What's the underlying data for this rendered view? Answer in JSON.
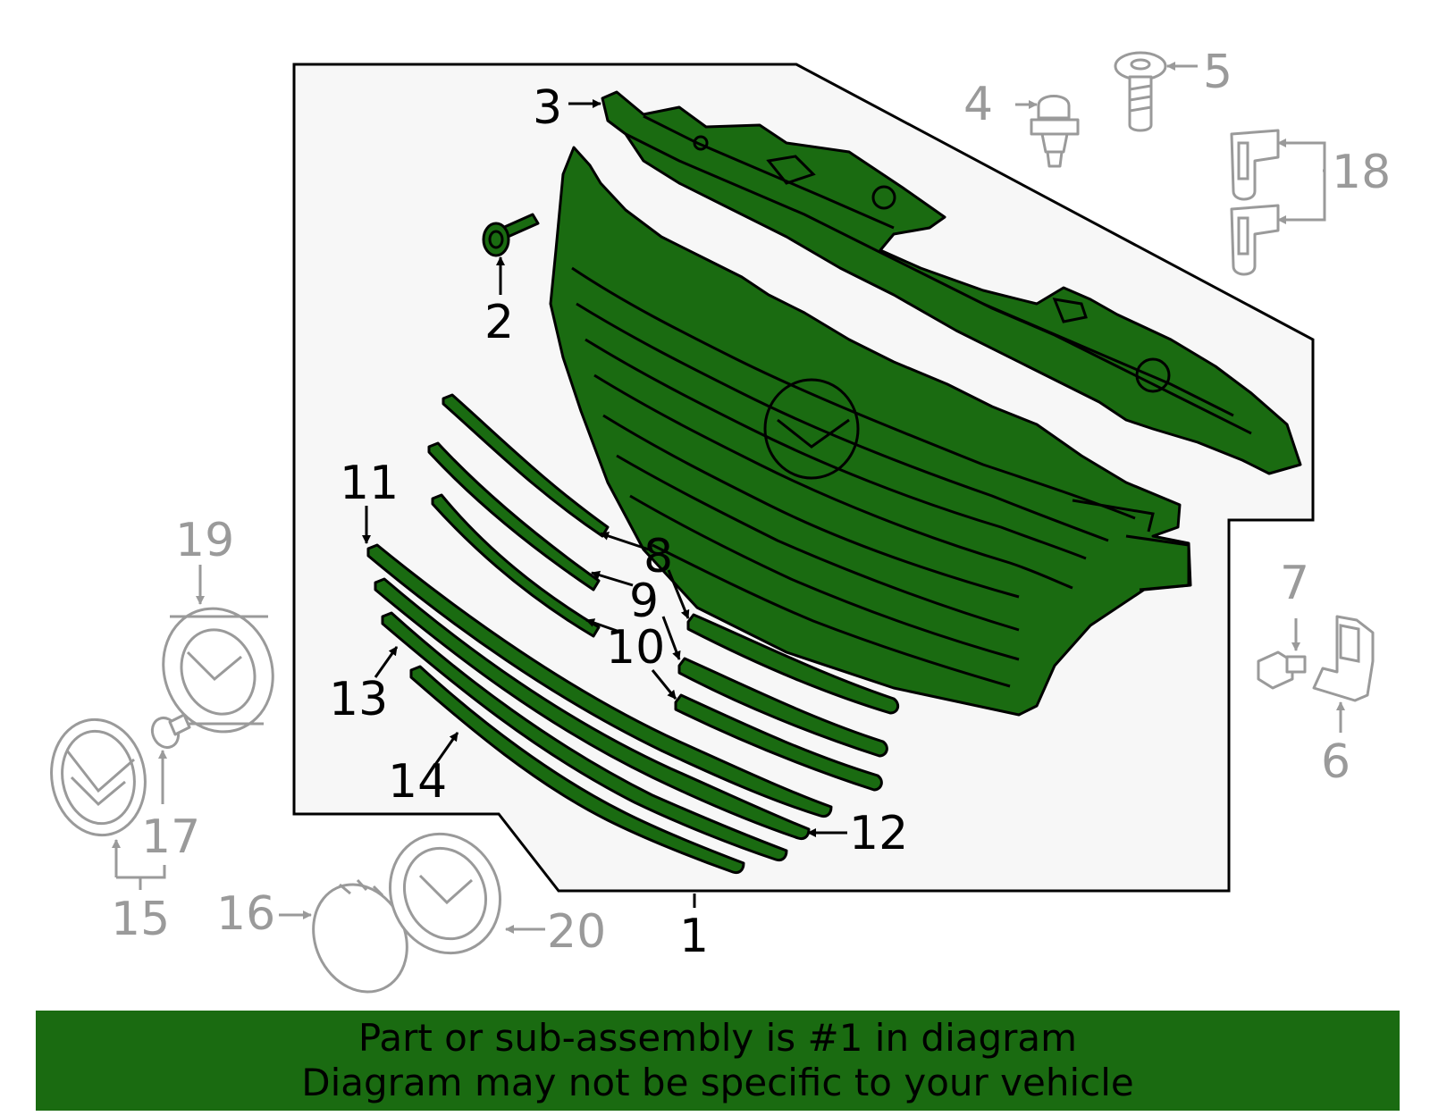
{
  "colors": {
    "highlight": "#1a6b11",
    "assembly_background": "#f7f7f7",
    "other_parts": "#9a9a9a",
    "outline": "#000000"
  },
  "diagram": {
    "highlighted_part": "1",
    "callouts_in_assembly": [
      "1",
      "2",
      "3",
      "8",
      "9",
      "10",
      "11",
      "12",
      "13",
      "14"
    ],
    "callouts_other": [
      "4",
      "5",
      "6",
      "7",
      "15",
      "16",
      "17",
      "18",
      "19",
      "20"
    ]
  },
  "banner": {
    "line1": "Part or sub-assembly is #1 in diagram",
    "line2": "Diagram may not be specific to your vehicle"
  }
}
